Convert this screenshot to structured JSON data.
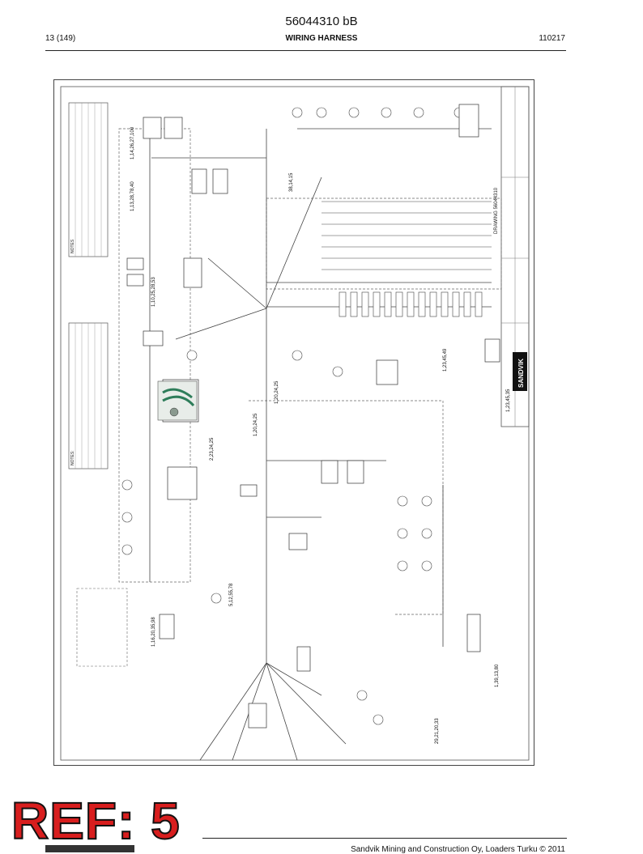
{
  "header": {
    "doc_number": "56044310 bB",
    "page": "13 (149)",
    "section": "WIRING HARNESS",
    "date_code": "110217"
  },
  "diagram": {
    "brand": "SANDVIK",
    "drawing_number": "DRAWING 56044310",
    "notes_title": "NOTES",
    "notes_title_2": "NOTES:",
    "connector_1": "1,14,26,27,100",
    "connector_2": "1,13,28,78,40",
    "connector_3": "1,10,25,28,53",
    "connector_4": "1,20,24,25",
    "connector_5": "2,23,24,25",
    "connector_6": "38,14,15",
    "connector_7": "1,16,20,35,98",
    "connector_8": "1,39,13,80",
    "connector_9": "1,20,24,25",
    "connector_10": "1,23,45,35",
    "connector_11": "1,23,45,49",
    "connector_12": "29,21,20,33",
    "connector_13": "5,12,55,78"
  },
  "footer": {
    "ref_stamp": "REF: 5",
    "copyright": "Sandvik Mining and Construction Oy, Loaders Turku © 2011"
  }
}
